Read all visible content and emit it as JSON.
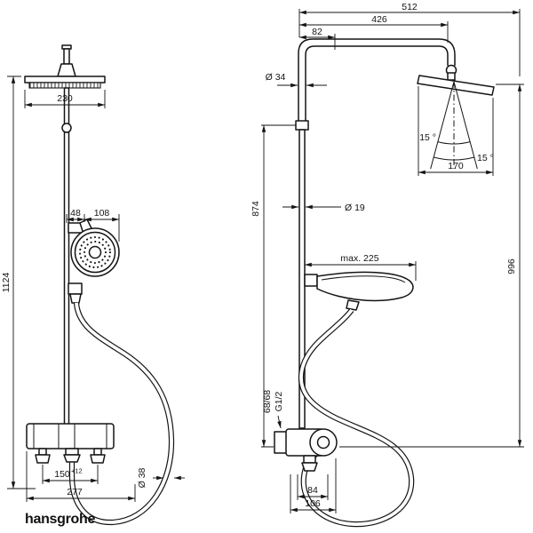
{
  "brand": {
    "logo": "hansgrohe"
  },
  "front_view": {
    "head_width": "230",
    "holder_offset": "48",
    "handshower_dia": "108",
    "total_height": "1124",
    "connection_spacing": "150",
    "connection_spacing_tolerance": "+12",
    "base_width": "277",
    "hose_dia": "Ø 38"
  },
  "side_view": {
    "depth_total": "512",
    "depth_arm": "426",
    "depth_offset": "82",
    "pipe_dia_top": "Ø 34",
    "tilt_angle_a": "15 °",
    "tilt_angle_b": "15 °",
    "head_depth": "170",
    "pipe_dia": "Ø 19",
    "height_to_bracket": "874",
    "height_to_head": "996",
    "handshower_reach": "max. 225",
    "connection_label": "68/68",
    "thread_label": "G1/2",
    "outlet_depth_a": "84",
    "outlet_depth_b": "106"
  }
}
